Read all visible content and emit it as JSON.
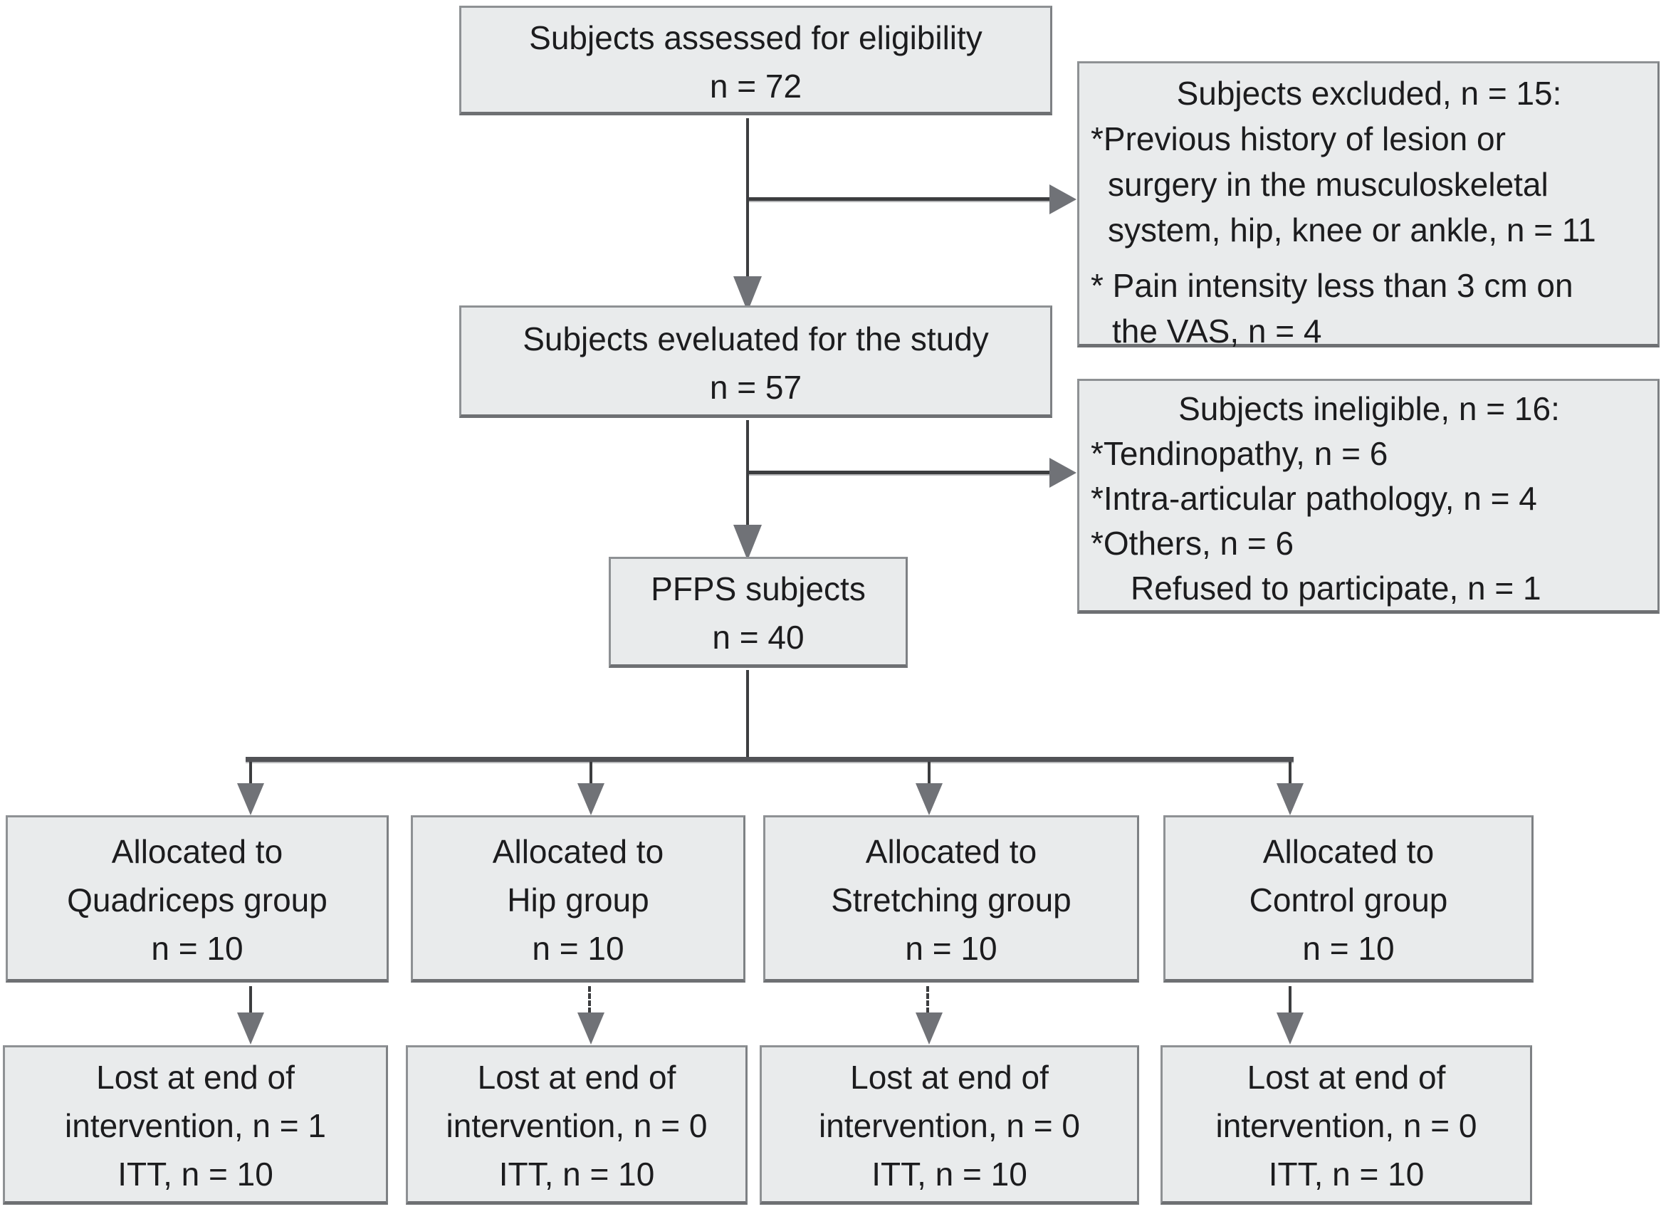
{
  "diagram": {
    "assessed": {
      "line1": "Subjects assessed for eligibility",
      "line2": "n = 72"
    },
    "excluded": {
      "title": "Subjects excluded, n = 15:",
      "b1l1": "*Previous history of lesion or",
      "b1l2": "surgery in the musculoskeletal",
      "b1l3": "system, hip, knee or ankle, n = 11",
      "b2l1": "* Pain intensity less than 3 cm on",
      "b2l2": "the VAS, n = 4"
    },
    "evaluated": {
      "line1": "Subjects eveluated for the study",
      "line2": "n = 57"
    },
    "ineligible": {
      "title": "Subjects ineligible, n = 16:",
      "l1": "*Tendinopathy, n = 6",
      "l2": "*Intra-articular pathology, n = 4",
      "l3": "*Others, n = 6",
      "l4": "Refused to participate, n = 1"
    },
    "pfps": {
      "line1": "PFPS subjects",
      "line2": "n = 40"
    },
    "groups": [
      {
        "alloc_l1": "Allocated to",
        "alloc_l2": "Quadriceps group",
        "alloc_l3": "n = 10",
        "lost_l1": "Lost at end of",
        "lost_l2": "intervention, n = 1",
        "lost_l3": "ITT, n = 10"
      },
      {
        "alloc_l1": "Allocated to",
        "alloc_l2": "Hip group",
        "alloc_l3": "n = 10",
        "lost_l1": "Lost at end of",
        "lost_l2": "intervention, n = 0",
        "lost_l3": "ITT, n = 10"
      },
      {
        "alloc_l1": "Allocated to",
        "alloc_l2": "Stretching group",
        "alloc_l3": "n = 10",
        "lost_l1": "Lost at end of",
        "lost_l2": "intervention, n = 0",
        "lost_l3": "ITT, n = 10"
      },
      {
        "alloc_l1": "Allocated to",
        "alloc_l2": "Control group",
        "alloc_l3": "n = 10",
        "lost_l1": "Lost at end of",
        "lost_l2": "intervention, n = 0",
        "lost_l3": "ITT, n = 10"
      }
    ],
    "colors": {
      "box_fill": "#e9ebec",
      "box_border": "#8e9194",
      "box_border_dark": "#6e7073",
      "text": "#1c1c1e",
      "line": "#3c3d3f",
      "arrowhead": "#707277",
      "distributor": "#515256"
    }
  }
}
